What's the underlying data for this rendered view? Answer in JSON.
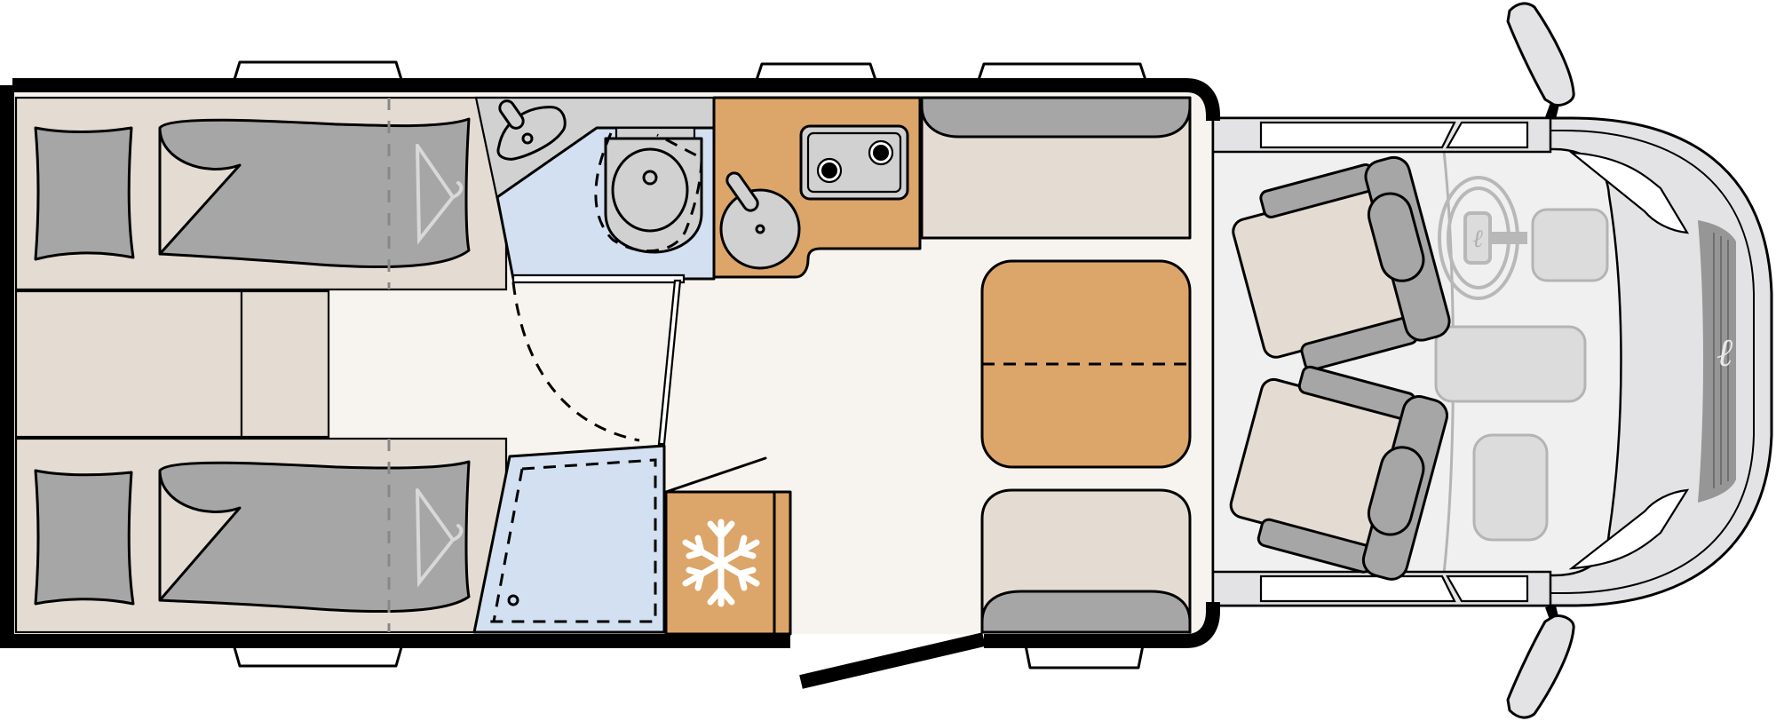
{
  "diagram": {
    "type": "motorhome-floor-plan",
    "orientation": "cab-right",
    "zones": [
      {
        "id": "rear-bed-upper",
        "kind": "single-bed"
      },
      {
        "id": "rear-bed-lower",
        "kind": "single-bed"
      },
      {
        "id": "rear-step-platform",
        "kind": "step"
      },
      {
        "id": "washroom",
        "kind": "bathroom",
        "contains": [
          "washbasin",
          "toilet"
        ]
      },
      {
        "id": "shower",
        "kind": "shower-tray"
      },
      {
        "id": "kitchen",
        "kind": "kitchen-counter",
        "contains": [
          "round-sink",
          "two-burner-hob"
        ]
      },
      {
        "id": "fridge",
        "kind": "refrigerator"
      },
      {
        "id": "side-bench",
        "kind": "bench-seat"
      },
      {
        "id": "dinette-table",
        "kind": "table"
      },
      {
        "id": "rear-facing-bench",
        "kind": "bench-seat"
      },
      {
        "id": "cab-seat-driver",
        "kind": "swivel-seat"
      },
      {
        "id": "cab-seat-passenger",
        "kind": "swivel-seat"
      },
      {
        "id": "entrance-door",
        "kind": "door"
      },
      {
        "id": "windows",
        "count": 5
      }
    ]
  },
  "colors": {
    "wall": "#000000",
    "floor": "#f7f3ee",
    "bed_base": "#e4dcd3",
    "mattress": "#a6a6a6",
    "bath_counter": "#d1d1d1",
    "bath_floor": "#d3e0f1",
    "wood": "#dca569",
    "cab_floor": "#f0f0f0",
    "cab_body": "#e3e3e5",
    "grille": "#969696",
    "window": "#ffffff",
    "hanger": "#d8d8d8"
  }
}
